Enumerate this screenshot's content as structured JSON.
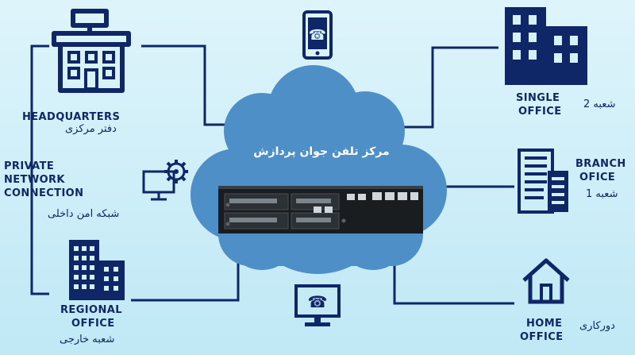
{
  "cloud": {
    "title": "مرکز تلفن جوان پردازش"
  },
  "left": {
    "headquarters": {
      "label": "HEADQUARTERS",
      "fa": "دفتر مرکزی"
    },
    "private_network": {
      "lines": [
        "PRIVATE",
        "NETWORK",
        "CONNECTION"
      ],
      "fa": "شبکه امن داخلی"
    },
    "regional": {
      "lines": [
        "REGIONAL",
        "OFFICE"
      ],
      "fa": "شعبه خارجی"
    }
  },
  "right": {
    "single": {
      "lines": [
        "SINGLE",
        "OFFICE"
      ],
      "fa": "شعبه 2"
    },
    "branch": {
      "lines": [
        "BRANCH",
        "OFICE"
      ],
      "fa": "شعبه 1"
    },
    "home": {
      "lines": [
        "HOME",
        "OFFICE"
      ],
      "fa": "دورکاری"
    }
  },
  "colors": {
    "navy": "#0f2766",
    "cloud": "#4f8fc7",
    "line": "#0f2766",
    "background": "#d4f0f9"
  },
  "icons": [
    "building-icon",
    "mobile-phone-icon",
    "computer-gear-icon",
    "desktop-phone-icon",
    "skyscraper-icon",
    "office-buildings-icon",
    "house-icon",
    "pbx-device-icon"
  ]
}
